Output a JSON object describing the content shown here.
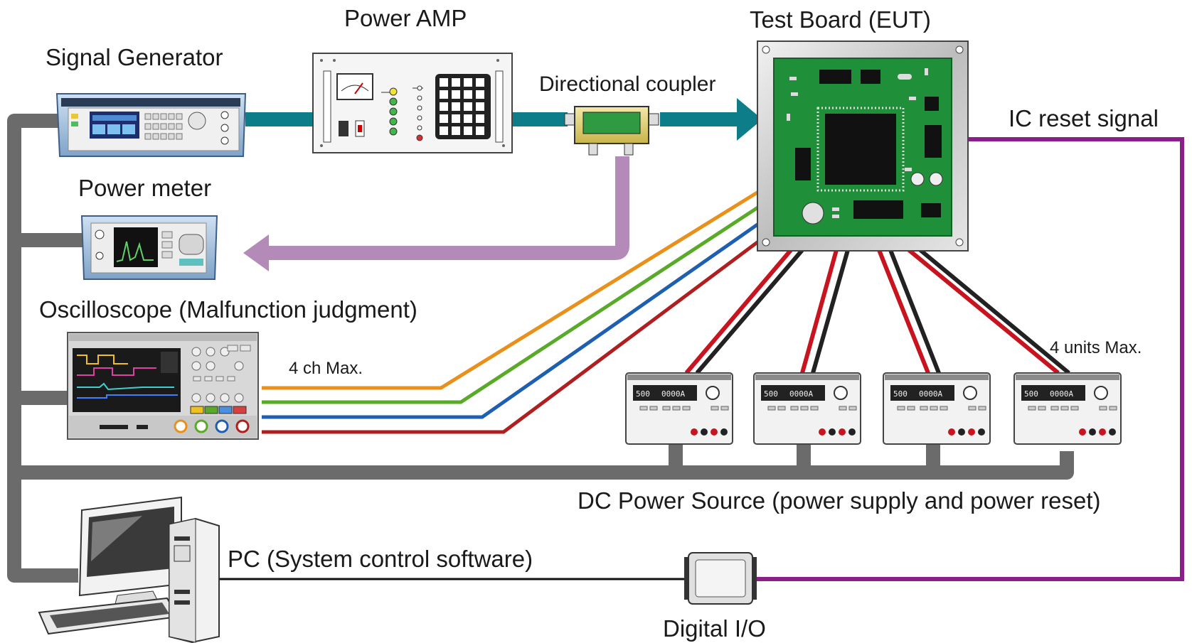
{
  "labels": {
    "signal_generator": "Signal Generator",
    "power_amp": "Power AMP",
    "test_board": "Test Board (EUT)",
    "directional_coupler": "Directional coupler",
    "ic_reset_signal": "IC reset signal",
    "power_meter": "Power meter",
    "oscilloscope": "Oscilloscope (Malfunction judgment)",
    "channels": "4 ch Max.",
    "units": "4 units Max.",
    "dc_power_source": "DC Power Source (power supply and power reset)",
    "pc": "PC (System control software)",
    "digital_io": "Digital I/O"
  },
  "psu_display": {
    "voltage": "500",
    "current": "0000A"
  },
  "colors": {
    "rf_path": "#0e7d8a",
    "coupled_path": "#b48ab8",
    "reset_signal": "#8a1f8a",
    "control_bus": "#6b6b6b",
    "probe_ch1": "#e8901a",
    "probe_ch2": "#5aaa2a",
    "probe_ch3": "#1f5fb0",
    "probe_ch4": "#b01f1f",
    "pcb": "#1f8f3a"
  }
}
